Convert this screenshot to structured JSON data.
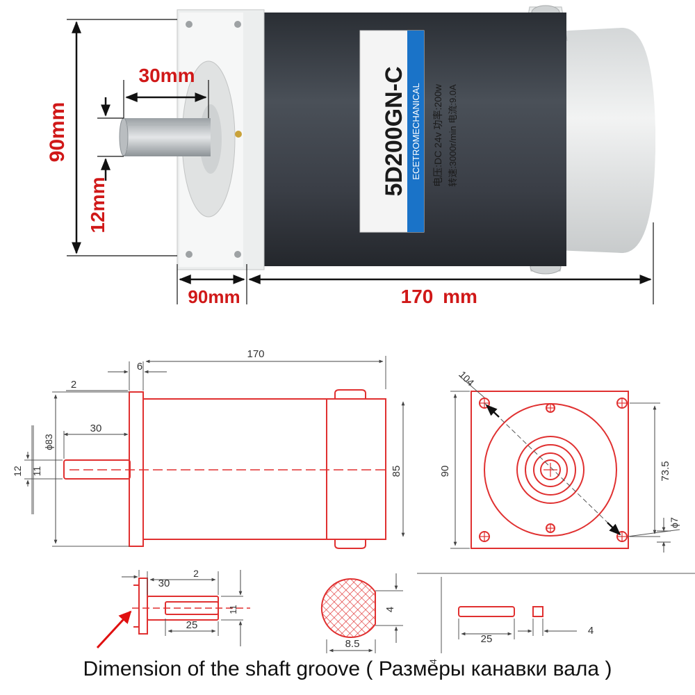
{
  "photo": {
    "dim_height": "90mm",
    "dim_shaft_length": "30mm",
    "dim_shaft_diameter": "12mm",
    "dim_flange": "90mm",
    "dim_body_length_value": "170",
    "dim_body_length_unit": "mm",
    "label": {
      "model": "5D200GN-C",
      "brand": "ECETROMECHANICAL",
      "line1": "电压:DC 24v  功率:200w",
      "line2": "转速:3000r/min  电流:9.0A"
    }
  },
  "drawing": {
    "side": {
      "d170": "170",
      "d6": "6",
      "d2": "2",
      "d30": "30",
      "d83": "ϕ83",
      "d12": "12",
      "d11": "11",
      "d85": "85"
    },
    "front": {
      "d104": "104",
      "d90": "90",
      "d735": "73.5",
      "d7": "ϕ7"
    },
    "shaft": {
      "d30": "30",
      "d2": "2",
      "d25": "25",
      "d11": "11"
    },
    "section": {
      "d4": "4",
      "d85": "8.5"
    },
    "key": {
      "d25": "25",
      "d4a": "4",
      "d4b": "4"
    }
  },
  "caption": "Dimension of the shaft groove ( Размеры канавки вала )",
  "colors": {
    "dimension_red": "#d01818",
    "drawing_red": "#e03030",
    "motor_body": "#3c4048",
    "housing": "#e6e8e8"
  }
}
